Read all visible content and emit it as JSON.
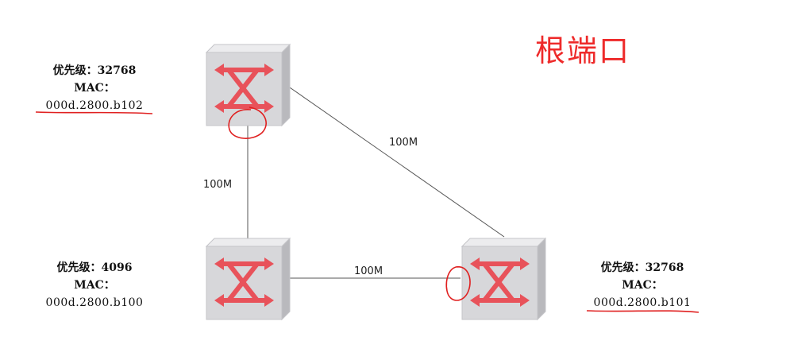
{
  "heading": "根端口",
  "switches": [
    {
      "priority_line": "优先级：32768",
      "mac_label": "MAC：",
      "mac": "000d.2800.b102"
    },
    {
      "priority_line": "优先级：4096",
      "mac_label": "MAC：",
      "mac": "000d.2800.b100"
    },
    {
      "priority_line": "优先级：32768",
      "mac_label": "MAC：",
      "mac": "000d.2800.b101"
    }
  ],
  "links": [
    {
      "label": "100M"
    },
    {
      "label": "100M"
    },
    {
      "label": "100M"
    }
  ],
  "colors": {
    "annotation_red": "#e02020",
    "switch_face": "#d7d7da",
    "arrow_red": "#e8525a"
  }
}
